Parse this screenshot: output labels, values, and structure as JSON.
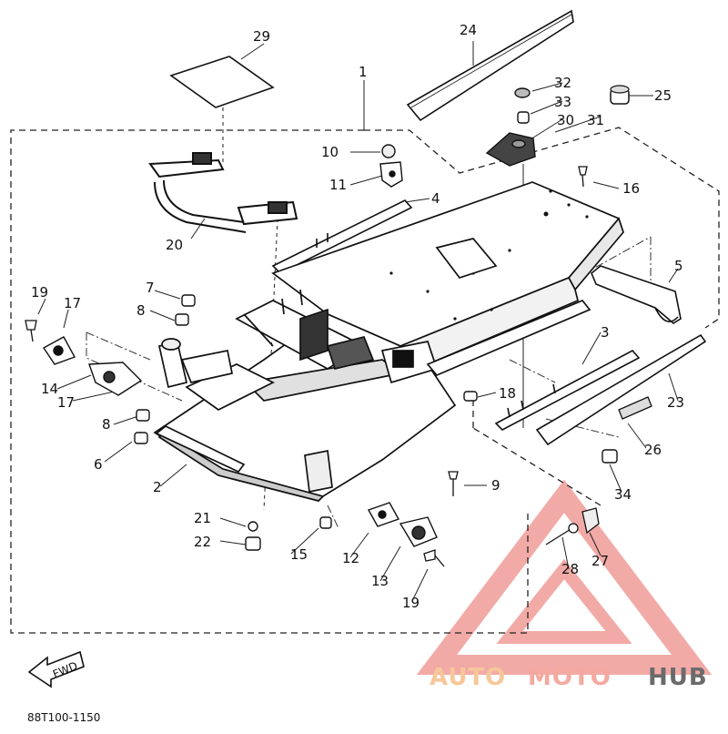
{
  "diagram": {
    "part_code": "88T100-1150",
    "fwd_label": "FWD",
    "callouts": [
      "1",
      "2",
      "3",
      "4",
      "5",
      "6",
      "7",
      "8",
      "8",
      "9",
      "10",
      "11",
      "12",
      "13",
      "14",
      "15",
      "16",
      "17",
      "17",
      "18",
      "19",
      "19",
      "20",
      "21",
      "22",
      "23",
      "24",
      "25",
      "26",
      "27",
      "28",
      "29",
      "30",
      "31",
      "32",
      "33",
      "34"
    ]
  },
  "watermark": {
    "part1": "AUTO",
    "part2": "MOTO",
    "part3": "HUB",
    "color_light": "#f7c79a",
    "color_mid": "#f3a9a0",
    "color_dark": "#6b6b6b",
    "triangle_color": "#ee8e8a"
  }
}
